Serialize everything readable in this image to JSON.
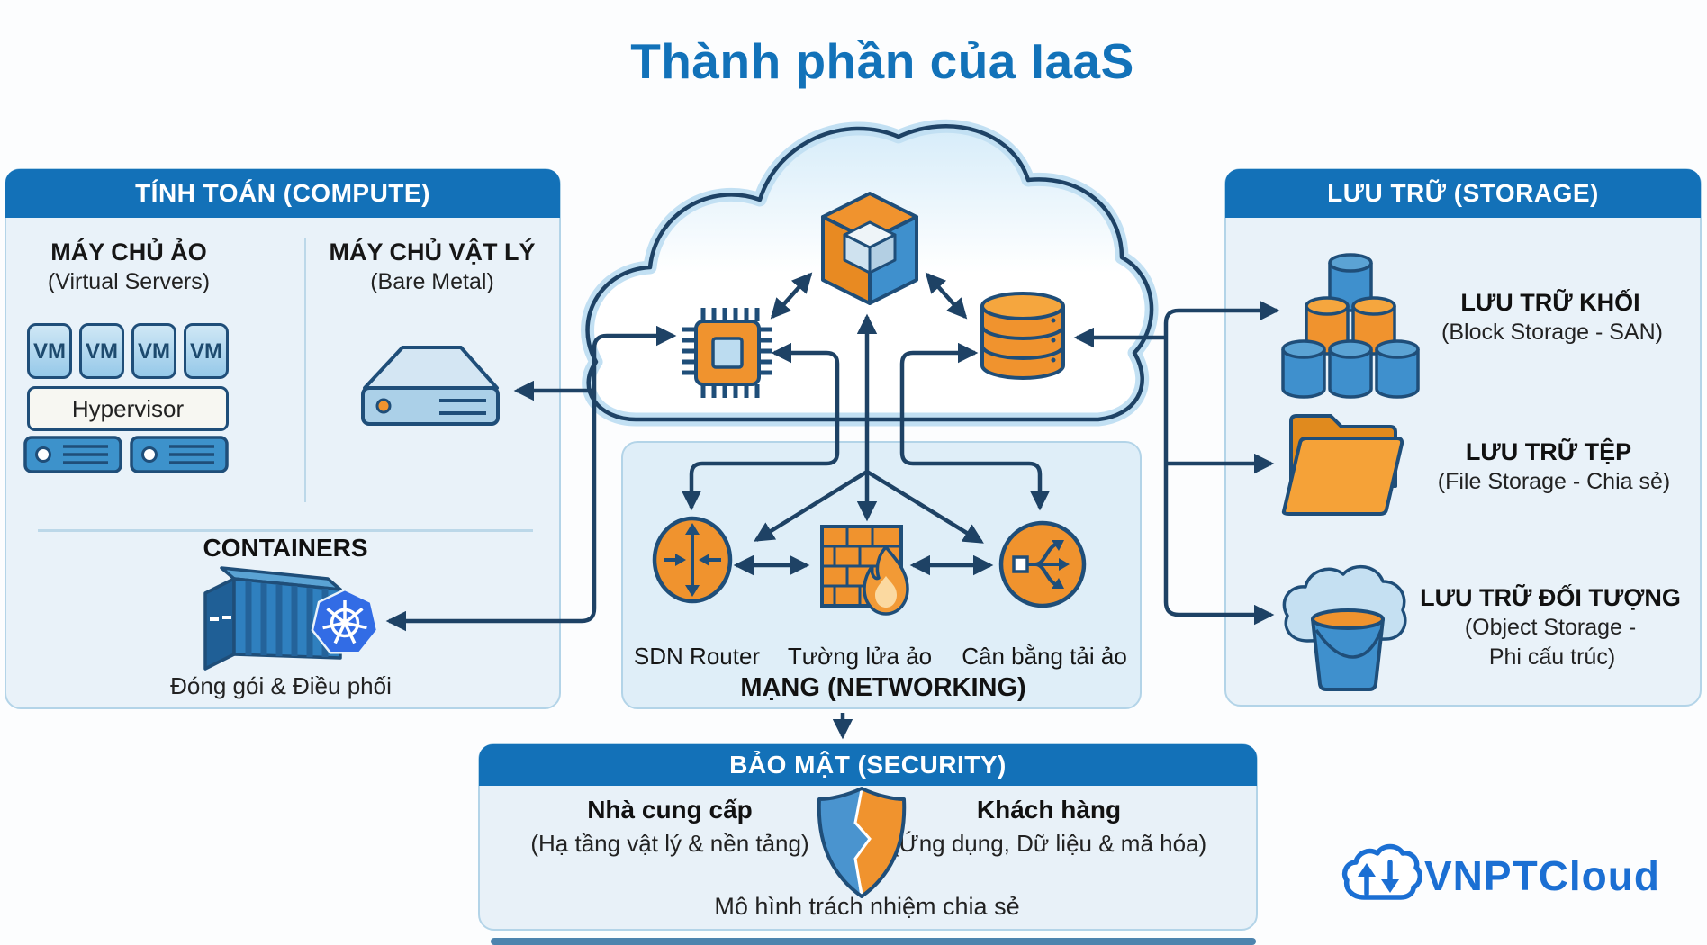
{
  "title": "Thành phần của IaaS",
  "compute": {
    "header": "TÍNH TOÁN (COMPUTE)",
    "virtual_servers": {
      "title": "MÁY CHỦ ẢO",
      "subtitle": "(Virtual Servers)",
      "vm_labels": [
        "VM",
        "VM",
        "VM",
        "VM"
      ],
      "hypervisor_label": "Hypervisor",
      "icons": [
        "rack-server-icon",
        "rack-server-icon"
      ]
    },
    "bare_metal": {
      "title": "MÁY CHỦ VẬT LÝ",
      "subtitle": "(Bare Metal)",
      "icon": "bare-metal-server-icon"
    },
    "containers": {
      "title": "CONTAINERS",
      "caption": "Đóng gói & Điều phối",
      "icons": [
        "shipping-container-icon",
        "kubernetes-wheel-icon"
      ]
    }
  },
  "cloud": {
    "icons": [
      "iaas-cube-icon",
      "cpu-chip-icon",
      "database-icon"
    ]
  },
  "networking": {
    "header": "MẠNG (NETWORKING)",
    "items": [
      {
        "label": "SDN Router",
        "icon": "router-icon"
      },
      {
        "label": "Tường lửa ảo",
        "icon": "firewall-icon"
      },
      {
        "label": "Cân bằng tải ảo",
        "icon": "load-balancer-icon"
      }
    ]
  },
  "storage": {
    "header": "LƯU TRỮ (STORAGE)",
    "items": [
      {
        "title": "LƯU TRỮ KHỐI",
        "subtitle": "(Block Storage - SAN)",
        "icon": "block-storage-icon"
      },
      {
        "title": "LƯU TRỮ TỆP",
        "subtitle": "(File Storage - Chia sẻ)",
        "icon": "file-storage-icon"
      },
      {
        "title": "LƯU TRỮ ĐỐI TƯỢNG",
        "subtitle_line1": "(Object Storage -",
        "subtitle_line2": "Phi cấu trúc)",
        "icon": "object-storage-icon"
      }
    ]
  },
  "security": {
    "header": "BẢO MẬT (SECURITY)",
    "provider": {
      "title": "Nhà cung cấp",
      "subtitle": "(Hạ tầng vật lý & nền tảng)"
    },
    "customer": {
      "title": "Khách hàng",
      "subtitle": "(Ứng dụng, Dữ liệu & mã hóa)"
    },
    "caption": "Mô hình trách nhiệm chia sẻ",
    "icon": "shared-shield-icon"
  },
  "logo": {
    "text": "VNPTCloud",
    "icon": "vnpt-cloud-logo-icon"
  },
  "colors": {
    "header_blue": "#1371b8",
    "title_blue": "#1272b9",
    "navy_outline": "#1e4265",
    "orange": "#f0932e",
    "panel_bg": "#e9f2f9",
    "icon_blue": "#3f90cd",
    "kubernetes_blue": "#326ce5",
    "logo_blue": "#1b6fd3"
  }
}
